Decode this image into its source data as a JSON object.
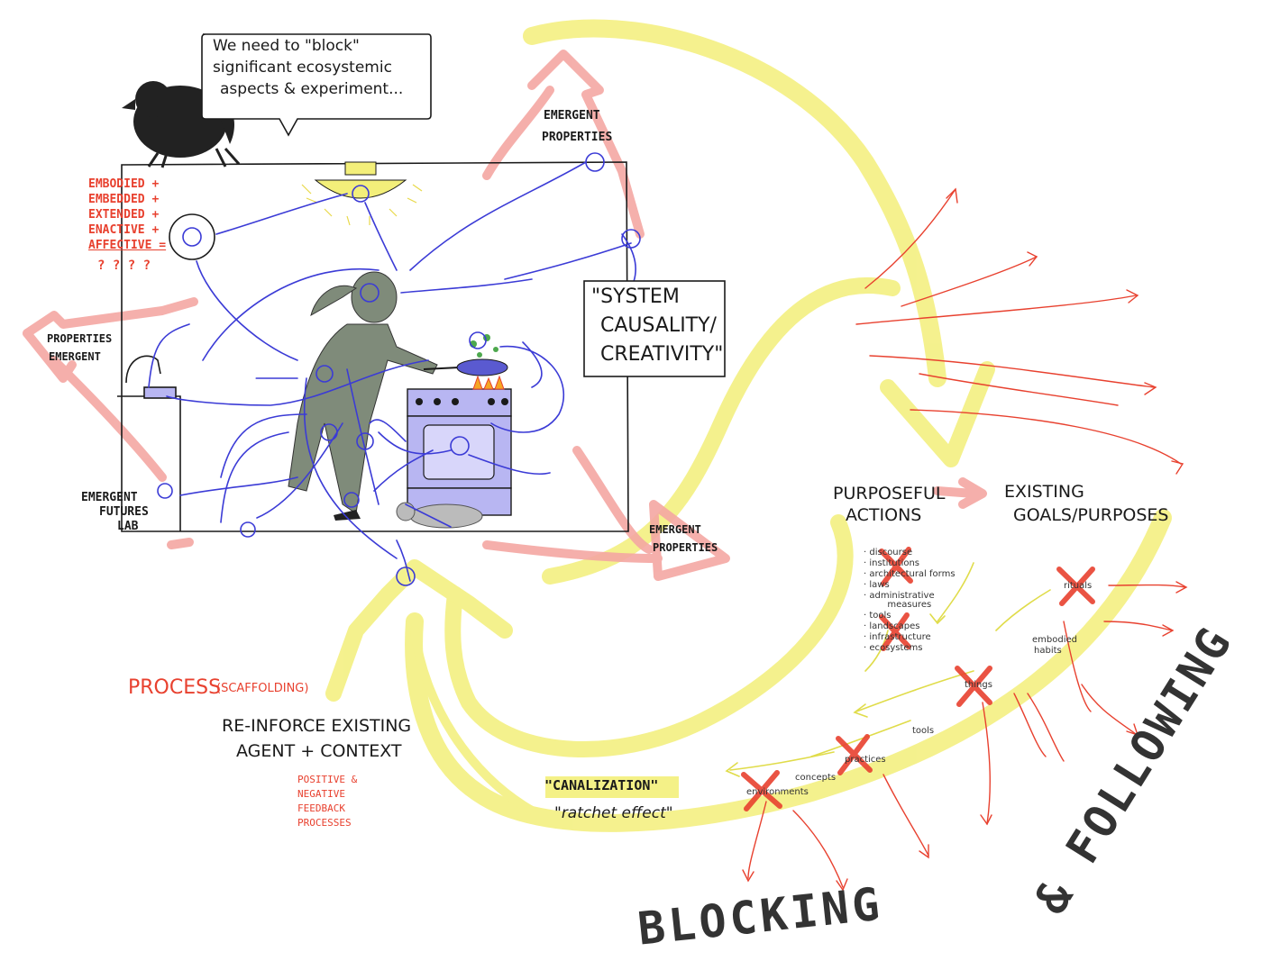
{
  "speech_bubble": {
    "line1": "We need to \"block\"",
    "line2": "significant ecosystemic",
    "line3": "aspects & experiment..."
  },
  "embodied": {
    "l1": "EMBODIED +",
    "l2": "EMBEDDED +",
    "l3": "EXTENDED +",
    "l4": "ENACTIVE +",
    "l5": "AFFECTIVE =",
    "l6": "? ? ? ?"
  },
  "emergent_top": {
    "l1": "EMERGENT",
    "l2": "PROPERTIES"
  },
  "properties_emergent_left": {
    "l1": "PROPERTIES",
    "l2": "EMERGENT"
  },
  "emergent_bottom": {
    "l1": "EMERGENT",
    "l2": "PROPERTIES"
  },
  "system_box": {
    "l1": "\"SYSTEM",
    "l2": "CAUSALITY/",
    "l3": "CREATIVITY\""
  },
  "logo": {
    "l1": "EMERGENT",
    "l2": "FUTURES",
    "l3": "LAB"
  },
  "purposeful": {
    "l1": "PURPOSEFUL",
    "l2": "ACTIONS"
  },
  "existing_goals": {
    "l1": "EXISTING",
    "l2": "GOALS/PURPOSES"
  },
  "list_items": [
    "· discourse",
    "· institutions",
    "· architectural forms",
    "· laws",
    "· administrative",
    "  measures",
    "· tools",
    "· landscapes",
    "· infrastructure",
    "· ecosystems"
  ],
  "small_labels": {
    "rituals": "rituals",
    "embodied_habits_1": "embodied",
    "embodied_habits_2": "habits",
    "things": "things",
    "tools": "tools",
    "practices": "practices",
    "concepts": "concepts",
    "environments": "environments"
  },
  "process": {
    "main": "PROCESS",
    "paren": "(SCAFFOLDING)"
  },
  "reinforce": {
    "l1": "RE-INFORCE EXISTING",
    "l2": "AGENT + CONTEXT"
  },
  "feedback": {
    "l1": "POSITIVE &",
    "l2": "NEGATIVE",
    "l3": "FEEDBACK",
    "l4": "PROCESSES"
  },
  "canalization": {
    "l1": "\"CANALIZATION\"",
    "l2": "\"ratchet effect\""
  },
  "blocking": "BLOCKING",
  "following": "& FOLLOWING",
  "colors": {
    "yellow": "#f3ef7a",
    "pink": "#f4a7a3",
    "red": "#e8412f",
    "blue": "#3b3bd6",
    "gray_figure": "#7f8b7a",
    "stove": "#b8b6f2",
    "ink": "#1a1a1a"
  },
  "icons": [
    "crow-icon",
    "lamp-icon",
    "person-cooking-icon",
    "stove-icon",
    "sink-icon",
    "cat-icon",
    "cross-mark-icon",
    "feedback-loop-icon"
  ]
}
